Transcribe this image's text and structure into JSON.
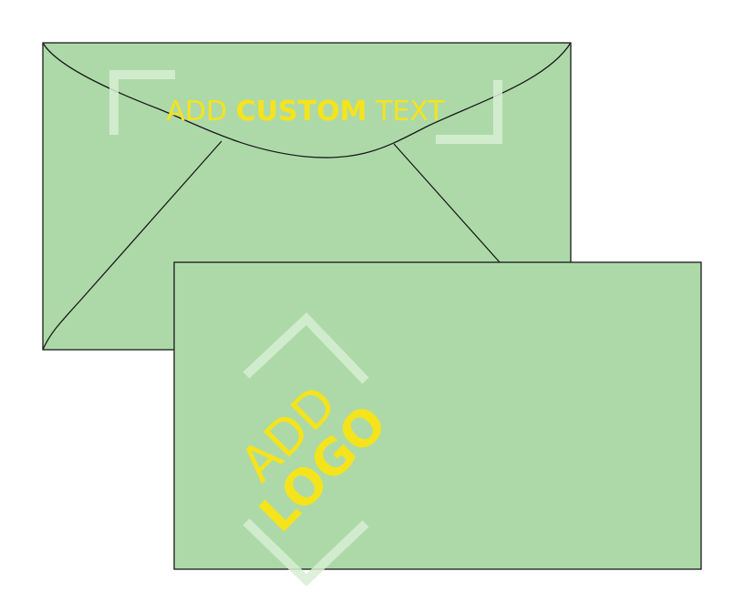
{
  "colors": {
    "paper": "#add9a9",
    "outline": "#1a1a1a",
    "accent_text": "#f5e31c",
    "placeholder_bracket": "#d7eed4"
  },
  "envelope": {
    "custom_text_prefix": "ADD ",
    "custom_text_bold": "CUSTOM",
    "custom_text_suffix": " TEXT"
  },
  "card": {
    "logo_line1": "ADD",
    "logo_line2": "LOGO"
  }
}
